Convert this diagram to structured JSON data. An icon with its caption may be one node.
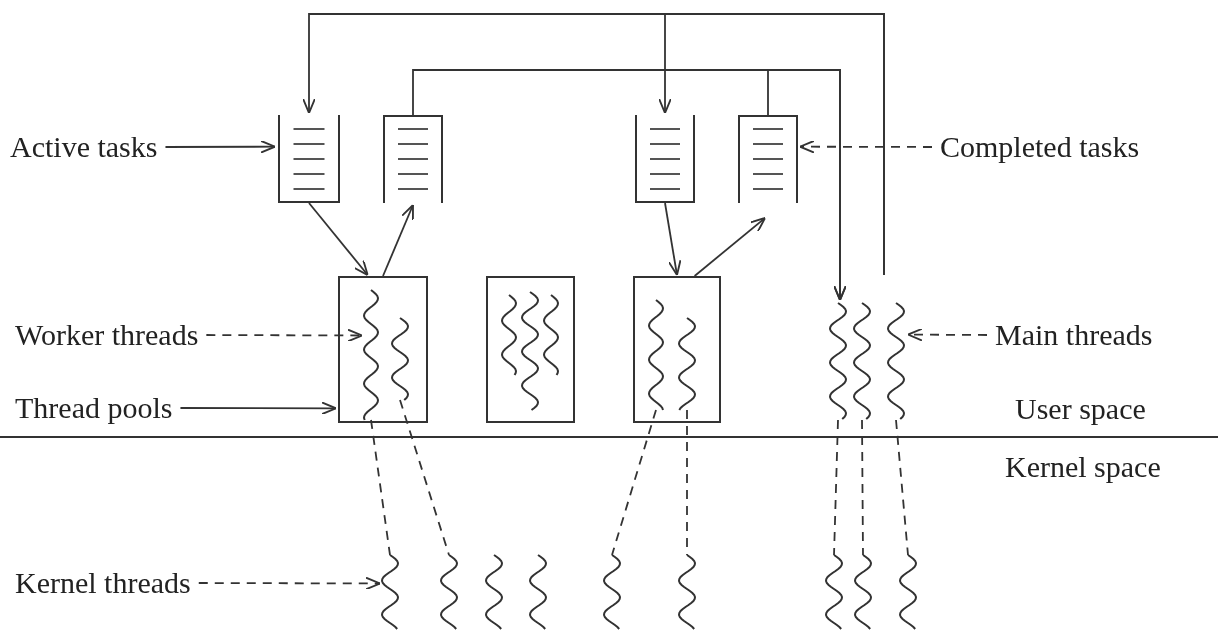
{
  "diagram": {
    "nodes": [
      {
        "text": [
          "Active tasks"
        ]
      },
      {
        "text": [
          "Completed tasks"
        ]
      },
      {
        "text": [
          "Worker threads"
        ]
      },
      {
        "text": [
          "Thread pools"
        ]
      },
      {
        "text": [
          "Main threads"
        ]
      },
      {
        "text": [
          "Kernel threads"
        ]
      },
      {
        "text": [],
        "shape": "box"
      },
      {
        "text": [],
        "shape": "box"
      },
      {
        "text": [],
        "shape": "box"
      },
      {
        "text": [],
        "shape": "box"
      },
      {
        "text": [],
        "shape": "box"
      },
      {
        "text": [],
        "shape": "box"
      },
      {
        "text": [],
        "shape": "box"
      },
      {
        "text": [],
        "shape": "squiggle",
        "in": 10
      },
      {
        "text": [],
        "shape": "squiggle",
        "in": 10
      },
      {
        "text": [],
        "shape": "squiggle",
        "in": 11
      },
      {
        "text": [],
        "shape": "squiggle",
        "in": 11
      },
      {
        "text": [],
        "shape": "squiggle",
        "in": 11
      },
      {
        "text": [],
        "shape": "squiggle",
        "in": 12
      },
      {
        "text": [],
        "shape": "squiggle",
        "in": 12
      },
      {
        "text": [],
        "shape": "squiggle"
      },
      {
        "text": [],
        "shape": "squiggle"
      },
      {
        "text": [],
        "shape": "squiggle"
      },
      {
        "text": [],
        "shape": "squiggle"
      },
      {
        "text": [],
        "shape": "squiggle"
      },
      {
        "text": [],
        "shape": "squiggle"
      },
      {
        "text": [],
        "shape": "squiggle"
      },
      {
        "text": [],
        "shape": "squiggle"
      },
      {
        "text": [],
        "shape": "squiggle"
      },
      {
        "text": [],
        "shape": "squiggle"
      },
      {
        "text": [],
        "shape": "squiggle"
      },
      {
        "text": [],
        "shape": "squiggle"
      }
    ],
    "edges": [
      {
        "from": 0,
        "to": 6,
        "arrow": "to"
      },
      {
        "from": 1,
        "to": 9,
        "arrow": "to",
        "style": "dashed"
      },
      {
        "from": 2,
        "to": 13,
        "arrow": "to",
        "style": "dashed"
      },
      {
        "from": 3,
        "to": 10,
        "arrow": "to"
      },
      {
        "from": 4,
        "to": 22,
        "arrow": "to",
        "style": "dashed"
      },
      {
        "from": 5,
        "to": 23,
        "arrow": "to",
        "style": "dashed"
      },
      {
        "from": 6,
        "to": 10,
        "arrow": "to"
      },
      {
        "from": 10,
        "to": 7,
        "arrow": "to"
      },
      {
        "from": 8,
        "to": 12,
        "arrow": "to"
      },
      {
        "from": 12,
        "to": 9,
        "arrow": "to"
      },
      {
        "from": 22,
        "to": 6,
        "arrow": "to"
      },
      {
        "from": 22,
        "to": 8,
        "arrow": "to"
      },
      {
        "from": 7,
        "to": 20,
        "arrow": "to"
      },
      {
        "from": 9,
        "to": 20,
        "arrow": "to"
      },
      {
        "from": 13,
        "to": 23,
        "arrow": "none",
        "style": "dashed"
      },
      {
        "from": 14,
        "to": 24,
        "arrow": "none",
        "style": "dashed"
      },
      {
        "from": 18,
        "to": 27,
        "arrow": "none",
        "style": "dashed"
      },
      {
        "from": 19,
        "to": 28,
        "arrow": "none",
        "style": "dashed"
      },
      {
        "from": 20,
        "to": 29,
        "arrow": "none",
        "style": "dashed"
      },
      {
        "from": 21,
        "to": 30,
        "arrow": "none",
        "style": "dashed"
      },
      {
        "from": 22,
        "to": 31,
        "arrow": "none",
        "style": "dashed"
      }
    ],
    "labels": [
      "User space",
      "Kernel space"
    ]
  }
}
